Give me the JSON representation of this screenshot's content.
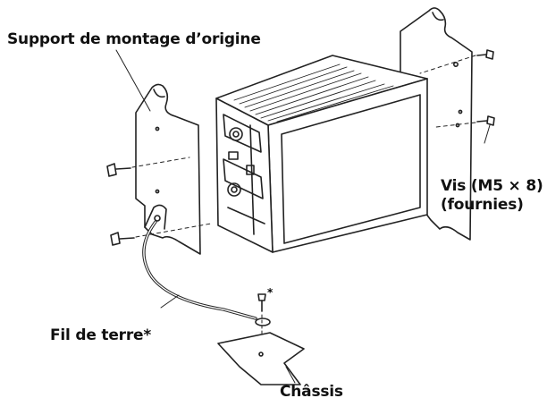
{
  "labels": {
    "support": "Support de montage d’origine",
    "vis_line1": "Vis (M5 × 8)",
    "vis_line2": "(fournies)",
    "fil": "Fil de terre*",
    "chassis": "Châssis",
    "star": "*"
  }
}
